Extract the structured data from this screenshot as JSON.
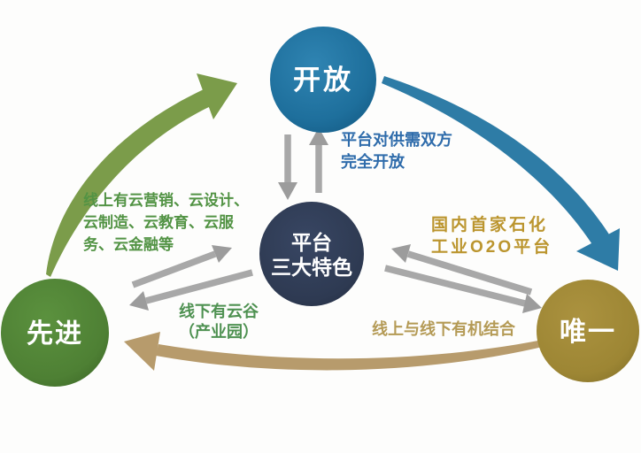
{
  "diagram": {
    "nodes": {
      "open": {
        "label": "开放",
        "color": "#1e6f9c"
      },
      "center": {
        "label_line1": "平台",
        "label_line2": "三大特色",
        "color": "#2e3a52"
      },
      "advanced": {
        "label": "先进",
        "color": "#4e8034"
      },
      "unique": {
        "label": "唯一",
        "color": "#9d8634"
      }
    },
    "annotations": {
      "open_note": {
        "line1": "平台对供需双方",
        "line2": "完全开放",
        "color": "#2f6cab"
      },
      "online_note": {
        "line1": "线上有云营销、云设计、",
        "line2": "云制造、云教育、云服",
        "line3": "务、云金融等",
        "color": "#529344"
      },
      "unique_note": {
        "line1": "国内首家石化",
        "line2": "工业O2O平台",
        "color": "#bb952e"
      },
      "offline_note": {
        "line1": "线下有云谷",
        "line2": "（产业园）",
        "color": "#4e9151"
      },
      "combine_note": {
        "line1": "线上与线下有机结合",
        "color": "#b49a55"
      }
    },
    "arrows": {
      "green_swoosh": {
        "from": "先进",
        "to": "开放",
        "color": "#7b9c4a"
      },
      "blue_swoosh": {
        "from": "开放",
        "to": "唯一",
        "color": "#2e7ca6"
      },
      "tan_swoosh": {
        "from": "唯一",
        "to": "先进",
        "color": "#b79b6c"
      },
      "gray_pairs_color": "#a8a8a8"
    },
    "background_color": "#fdfdfc"
  }
}
